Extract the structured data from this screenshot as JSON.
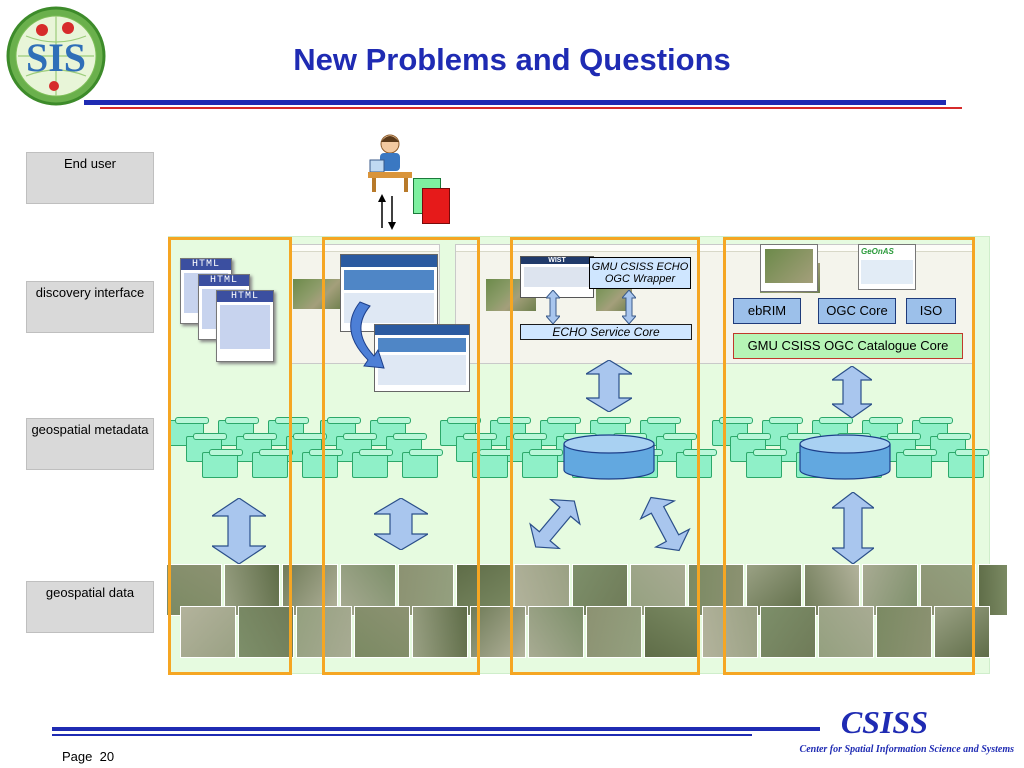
{
  "title": "New Problems and Questions",
  "logo_text": "SIS",
  "row_labels": {
    "end_user": "End user",
    "discovery": "discovery interface",
    "metadata": "geospatial metadata",
    "data": "geospatial data"
  },
  "html_label": "HTML",
  "echo": {
    "wrapper": "GMU CSISS ECHO OGC Wrapper",
    "service_core": "ECHO Service Core",
    "wist": "WIST"
  },
  "catalogue": {
    "ebrim": "ebRIM",
    "ogc_core": "OGC Core",
    "iso": "ISO",
    "core": "GMU CSISS OGC Catalogue Core",
    "geoapp": "GeOnAS"
  },
  "footer": {
    "brand": "CSISS",
    "subtitle": "Center for Spatial Information Science and Systems",
    "page_label": "Page",
    "page_number": "20"
  },
  "colors": {
    "title_blue": "#1f2bb3",
    "orange_border": "#f5a623",
    "panel_green": "#e6fbe0",
    "arrow_blue": "#a9c6ee",
    "core_red_border": "#c0392b"
  }
}
